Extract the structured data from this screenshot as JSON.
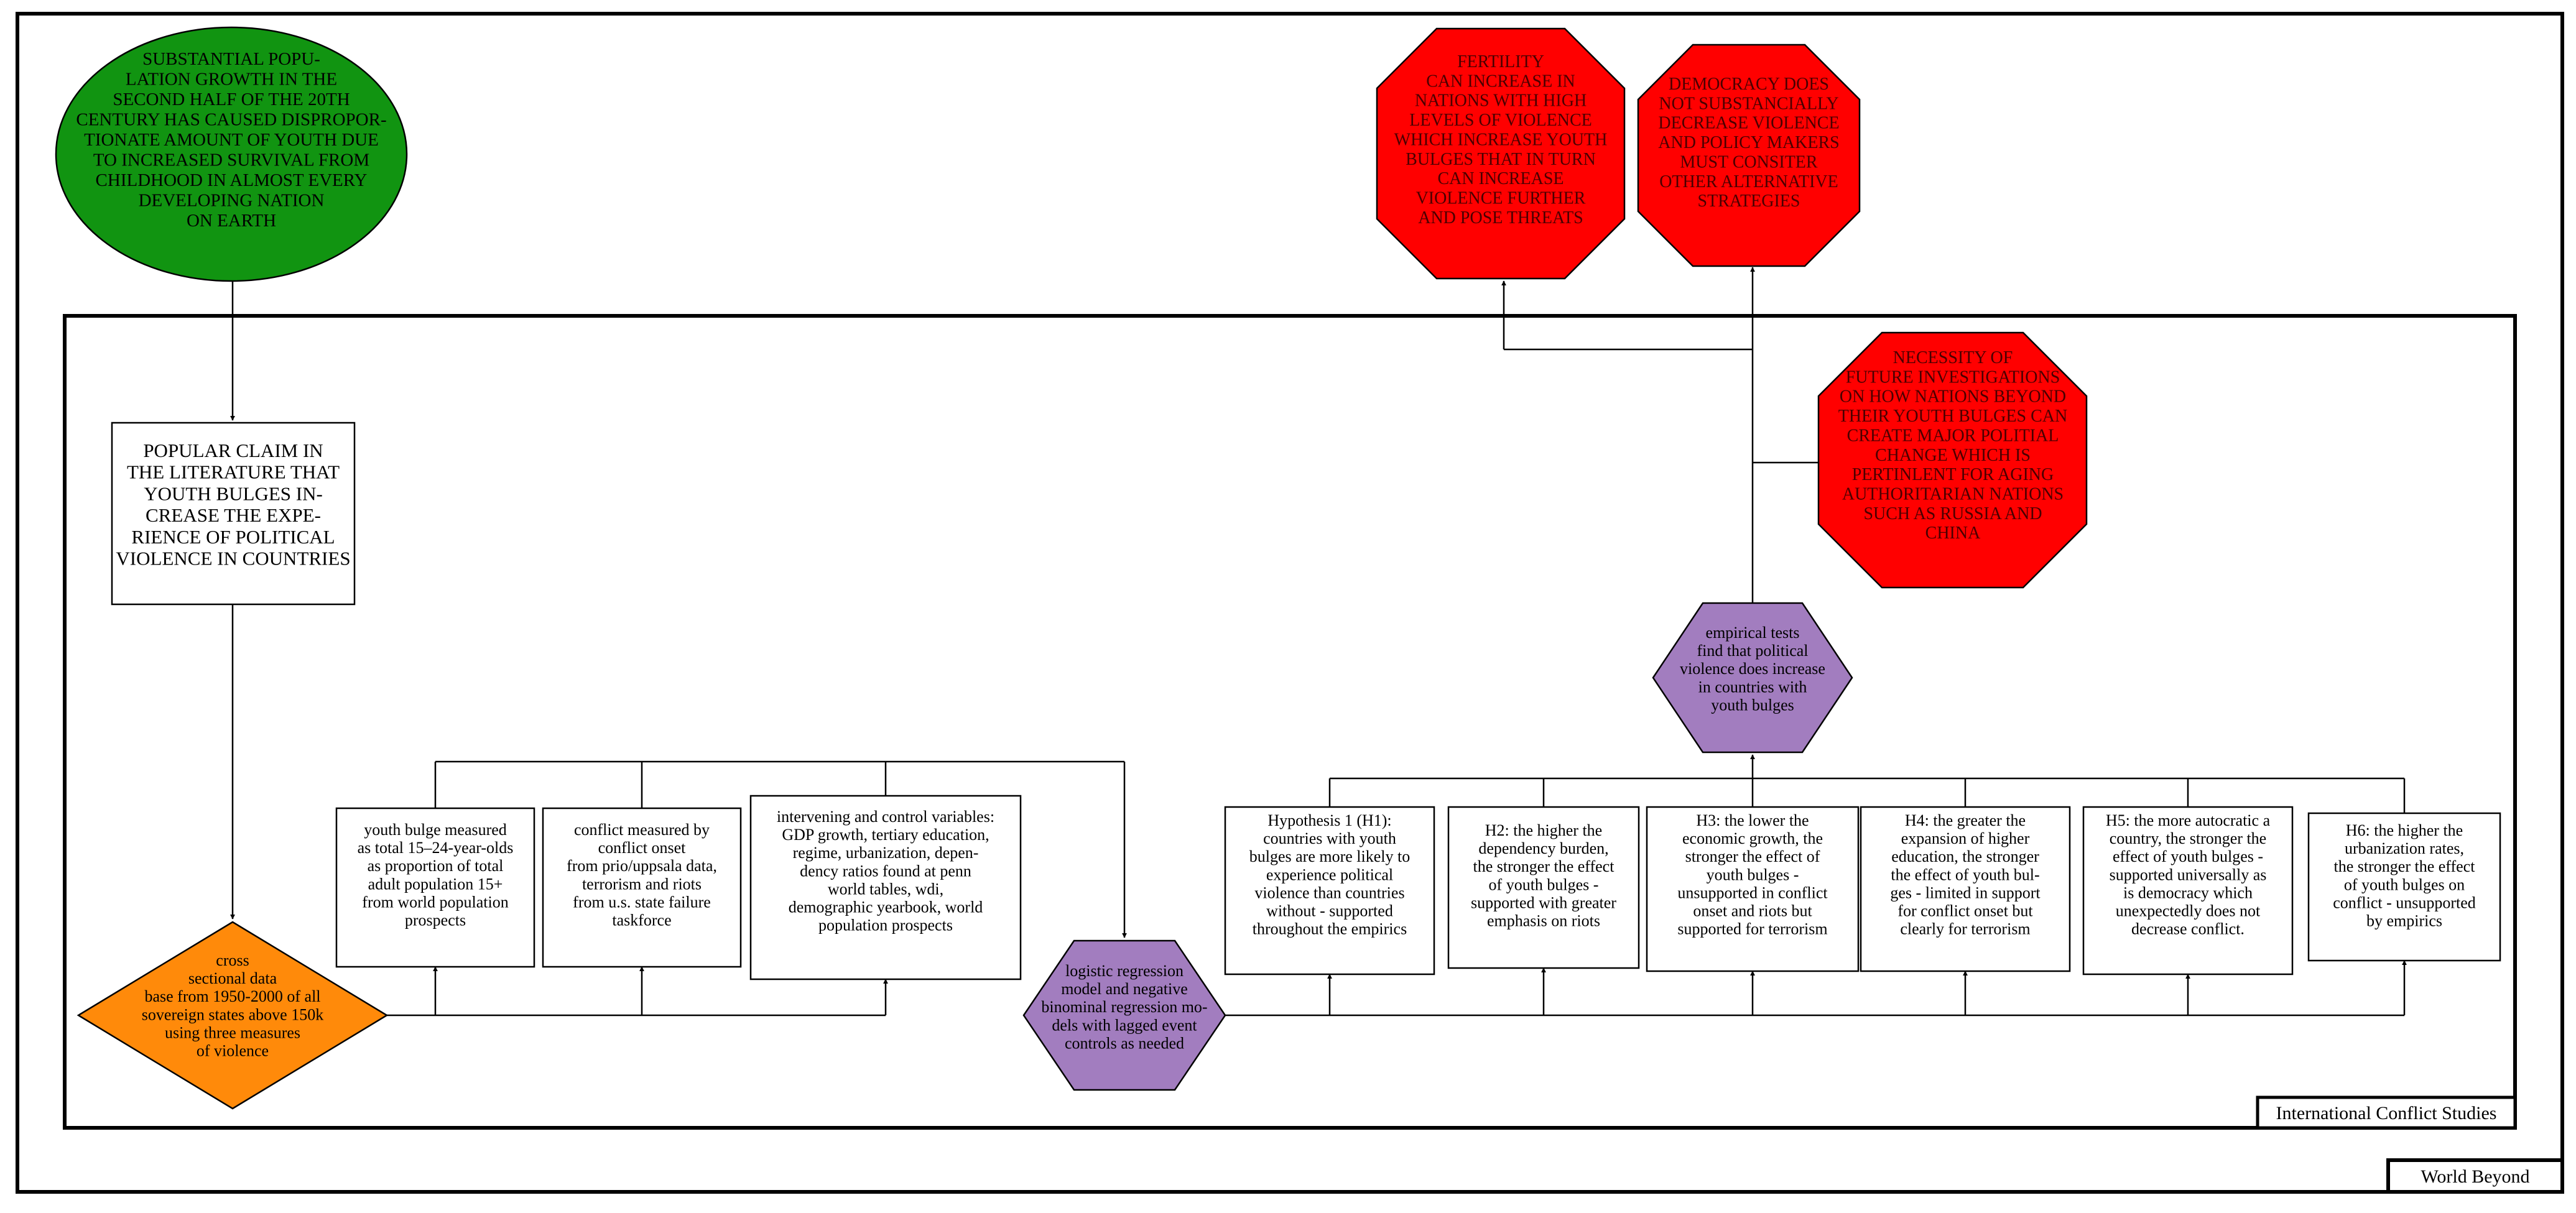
{
  "frames": {
    "outer_label": "World Beyond",
    "inner_label": "International Conflict Studies"
  },
  "colors": {
    "green": "#119411",
    "red": "#ff0000",
    "orange": "#ff8a0a",
    "purple": "#a27dbf",
    "stroke": "#000000"
  },
  "nodes": {
    "population_growth": {
      "shape": "ellipse",
      "lines": [
        "SUBSTANTIAL POPU-",
        "LATION GROWTH IN THE",
        "SECOND  HALF OF THE 20TH",
        "CENTURY HAS CAUSED DISPROPOR-",
        "TIONATE AMOUNT OF YOUTH DUE",
        "TO INCREASED SURVIVAL FROM",
        "CHILDHOOD IN  ALMOST EVERY",
        "DEVELOPING NATION",
        "ON EARTH"
      ]
    },
    "popular_claim": {
      "shape": "rectangle",
      "lines": [
        "POPULAR CLAIM  IN",
        "THE LITERATURE  THAT",
        "YOUTH BULGES IN-",
        "CREASE THE EXPE-",
        "RIENCE  OF POLITICAL",
        "VIOLENCE IN COUNTRIES"
      ]
    },
    "cross_sectional": {
      "shape": "diamond",
      "lines": [
        "cross",
        "sectional data",
        "base from 1950-2000 of all",
        "sovereign states above 150k",
        "using three measures",
        "of violence"
      ]
    },
    "youth_bulge_measure": {
      "shape": "rectangle",
      "lines": [
        "youth bulge measured",
        "as total 15–24-year-olds",
        "as proportion of total",
        "adult population 15+",
        "from world population",
        "prospects"
      ]
    },
    "conflict_measure": {
      "shape": "rectangle",
      "lines": [
        "conflict measured by",
        "conflict onset",
        "from prio/uppsala data,",
        "terrorism and riots",
        "from u.s. state failure",
        "taskforce"
      ]
    },
    "control_variables": {
      "shape": "rectangle",
      "lines": [
        "intervening and control variables:",
        "GDP growth, tertiary education,",
        "regime, urbanization, depen-",
        "dency ratios found at penn",
        "world tables, wdi,",
        "demographic yearbook, world",
        "population prospects"
      ]
    },
    "regression_model": {
      "shape": "hexagon",
      "lines": [
        "logistic regression",
        "model and negative",
        "binominal regression mo-",
        "dels with lagged event",
        "controls as needed"
      ]
    },
    "h1": {
      "shape": "rectangle",
      "lines": [
        "Hypothesis 1 (H1):",
        "countries with youth",
        "bulges are more likely to",
        "experience political",
        "violence than countries",
        "without - supported",
        "throughout the empirics"
      ]
    },
    "h2": {
      "shape": "rectangle",
      "lines": [
        "H2: the higher the",
        "dependency burden,",
        "the stronger the effect",
        "of youth bulges -",
        "supported with greater",
        "emphasis on riots"
      ]
    },
    "h3": {
      "shape": "rectangle",
      "lines": [
        "H3: the lower the",
        "economic growth, the",
        "stronger the effect of",
        "youth bulges -",
        "unsupported in conflict",
        "onset and riots  but",
        "supported for terrorism"
      ]
    },
    "h4": {
      "shape": "rectangle",
      "lines": [
        "H4: the greater the",
        "expansion of higher",
        "education, the stronger",
        "the effect of youth bul-",
        "ges - limited in support",
        "for conflict onset but",
        "clearly for terrorism"
      ]
    },
    "h5": {
      "shape": "rectangle",
      "lines": [
        "H5: the more autocratic a",
        "country, the stronger the",
        "effect of youth bulges -",
        "supported universally as",
        "is democracy which",
        "unexpectedly does not",
        "decrease conflict."
      ]
    },
    "h6": {
      "shape": "rectangle",
      "lines": [
        "H6: the higher the",
        "urbanization rates,",
        "the stronger the effect",
        "of youth bulges on",
        "conflict - unsupported",
        "by empirics"
      ]
    },
    "empirical_tests": {
      "shape": "hexagon",
      "lines": [
        "empirical tests",
        "find that political",
        "violence does increase",
        "in countries with",
        "youth bulges"
      ]
    },
    "fertility": {
      "shape": "octagon",
      "lines": [
        "FERTILITY",
        "CAN INCREASE IN",
        "NATIONS WITH HIGH",
        "LEVELS OF VIOLENCE",
        "WHICH INCREASE YOUTH",
        "BULGES THAT IN TURN",
        "CAN INCREASE",
        "VIOLENCE FURTHER",
        "AND POSE THREATS"
      ]
    },
    "democracy": {
      "shape": "octagon",
      "lines": [
        "DEMOCRACY DOES",
        "NOT SUBSTANCIALLY",
        "DECREASE VIOLENCE",
        "AND POLICY MAKERS",
        "MUST CONSITER",
        "OTHER ALTERNATIVE",
        "STRATEGIES"
      ]
    },
    "future_investigations": {
      "shape": "octagon",
      "lines": [
        "NECESSITY OF",
        "FUTURE INVESTIGATIONS",
        "ON HOW NATIONS BEYOND",
        "THEIR YOUTH BULGES CAN",
        "CREATE MAJOR POLITIAL",
        "CHANGE WHICH IS",
        "PERTINLENT FOR AGING",
        "AUTHORITARIAN NATIONS",
        "SUCH AS RUSSIA AND",
        "CHINA"
      ]
    }
  }
}
